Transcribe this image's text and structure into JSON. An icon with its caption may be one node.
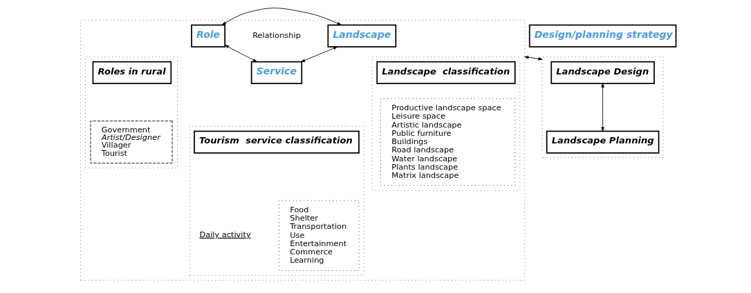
{
  "diagram": {
    "nodes": [
      {
        "text": [],
        "shape": "box"
      },
      {
        "text": [
          "Role"
        ],
        "in": 0
      },
      {
        "text": [],
        "shape": "box",
        "in": 0
      },
      {
        "text": [
          "Roles in rural"
        ],
        "in": 2
      },
      {
        "text": [
          "Government",
          "Artist/Designer",
          "Villager",
          "Tourist"
        ],
        "in": 2
      },
      {
        "text": [
          "Service"
        ],
        "in": 0
      },
      {
        "text": [],
        "shape": "box",
        "in": 0
      },
      {
        "text": [
          "Tourism  service classification"
        ],
        "in": 6
      },
      {
        "text": [
          "Food",
          "Shelter",
          "Transportation",
          "Use",
          "Entertainment",
          "Commerce",
          "Learning"
        ],
        "in": 6,
        "beside": [
          "Daily activity"
        ]
      },
      {
        "text": [
          "Landscape"
        ],
        "in": 0
      },
      {
        "text": [],
        "shape": "box",
        "in": 0
      },
      {
        "text": [
          "Landscape  classification"
        ],
        "in": 10
      },
      {
        "text": [
          "Productive landscape space",
          "Leisure space",
          "Artistic landscape",
          "Public furniture",
          "Buildings",
          "Road landscape",
          "Water landscape",
          "Plants landscape",
          "Matrix landscape"
        ],
        "in": 10
      },
      {
        "text": [
          "Design/planning strategy"
        ]
      },
      {
        "text": [],
        "shape": "box"
      },
      {
        "text": [
          "Landscape Design"
        ],
        "in": 14
      },
      {
        "text": [
          "Landscape Planning"
        ],
        "in": 14
      }
    ],
    "edges": [
      {
        "from": 1,
        "to": 9,
        "arrow": "both"
      },
      {
        "from": 1,
        "to": 5,
        "arrow": "both"
      },
      {
        "from": 5,
        "to": 9,
        "arrow": "both"
      },
      {
        "from": 0,
        "to": 14,
        "arrow": "both"
      },
      {
        "from": 15,
        "to": 16,
        "arrow": "both"
      }
    ],
    "labels": [
      "Relationship"
    ]
  }
}
